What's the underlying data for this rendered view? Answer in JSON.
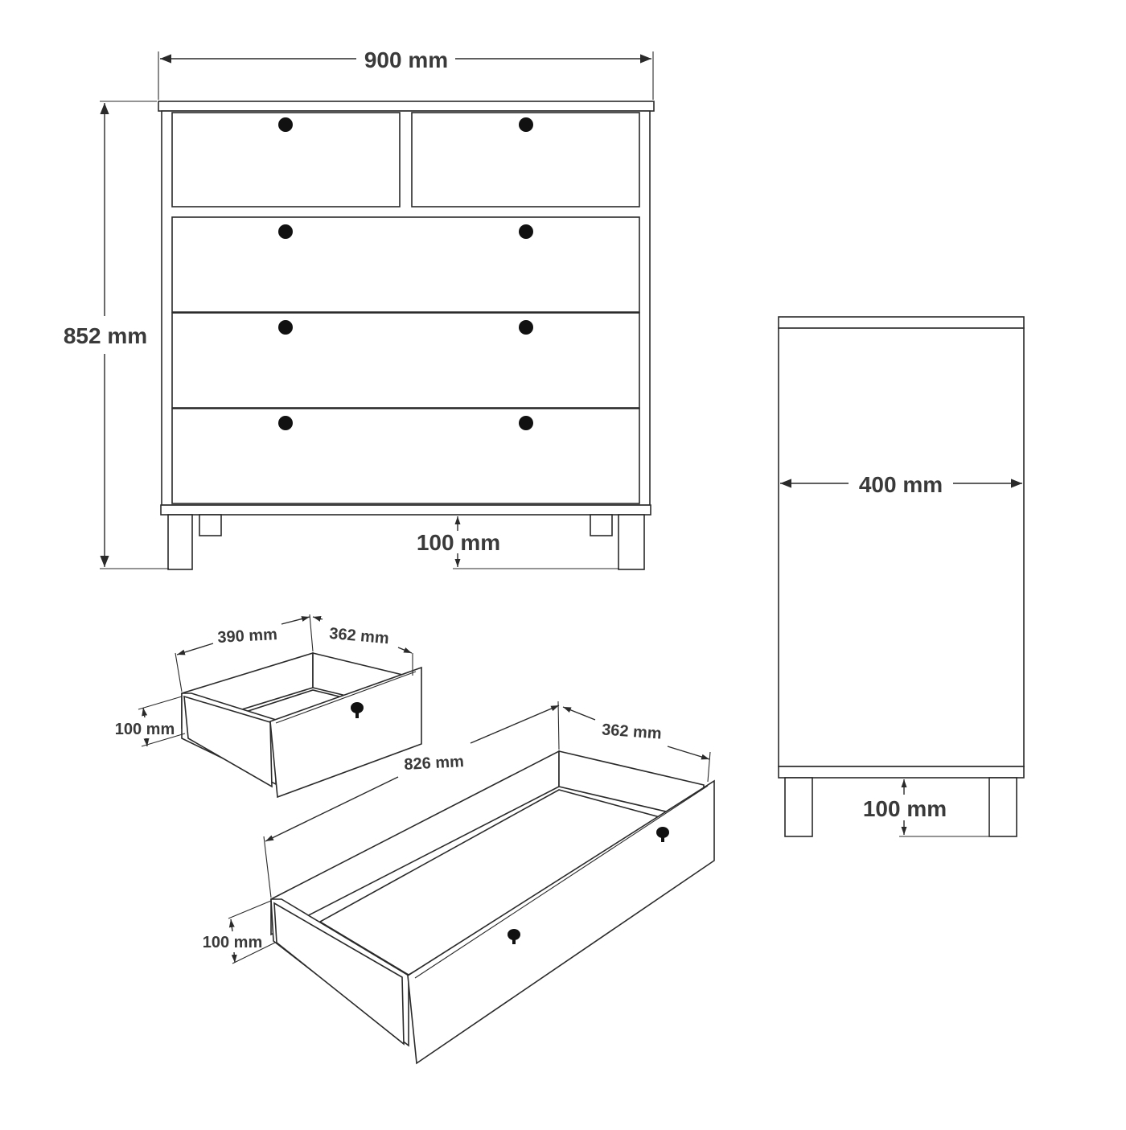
{
  "colors": {
    "line": "#2a2a2a",
    "text": "#3a3a3a",
    "knob": "#111111",
    "background": "#ffffff"
  },
  "front_view": {
    "width_label": "900 mm",
    "height_label": "852 mm",
    "leg_height_label": "100 mm"
  },
  "side_view": {
    "depth_label": "400 mm",
    "leg_height_label": "100 mm"
  },
  "small_drawer": {
    "width_label": "390 mm",
    "depth_label": "362 mm",
    "height_label": "100 mm"
  },
  "large_drawer": {
    "width_label": "826 mm",
    "depth_label": "362 mm",
    "height_label": "100 mm"
  }
}
